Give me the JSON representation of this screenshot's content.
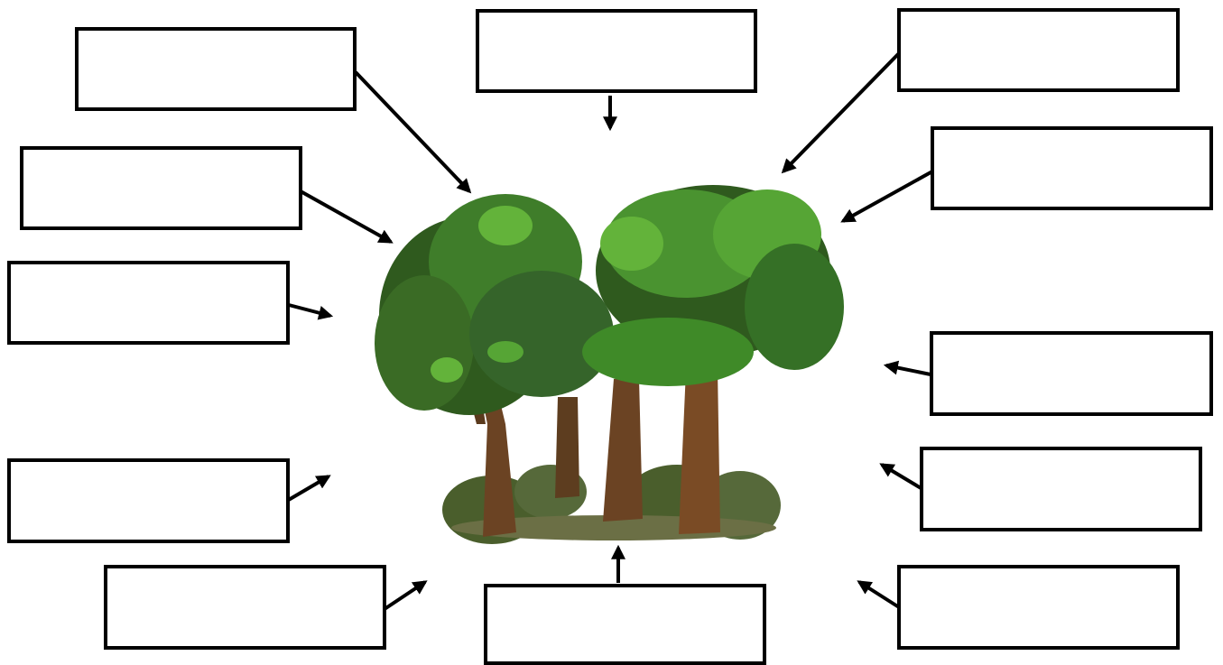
{
  "diagram": {
    "subject": "tree-cluster",
    "colors": {
      "box_border": "#000000",
      "arrow": "#000000",
      "foliage_dark": "#2f5a1e",
      "foliage_mid": "#3f7d2a",
      "foliage_light": "#63b33a",
      "trunk": "#6b4323",
      "ground_shrub": "#4a5e2c"
    },
    "labels": [
      {
        "id": "label-top-center",
        "text": ""
      },
      {
        "id": "label-top-left",
        "text": ""
      },
      {
        "id": "label-top-right",
        "text": ""
      },
      {
        "id": "label-upper-left",
        "text": ""
      },
      {
        "id": "label-upper-right",
        "text": ""
      },
      {
        "id": "label-mid-left",
        "text": ""
      },
      {
        "id": "label-mid-right",
        "text": ""
      },
      {
        "id": "label-lower-left",
        "text": ""
      },
      {
        "id": "label-lower-right",
        "text": ""
      },
      {
        "id": "label-bottom-left",
        "text": ""
      },
      {
        "id": "label-bottom-center",
        "text": ""
      },
      {
        "id": "label-bottom-right",
        "text": ""
      }
    ]
  }
}
